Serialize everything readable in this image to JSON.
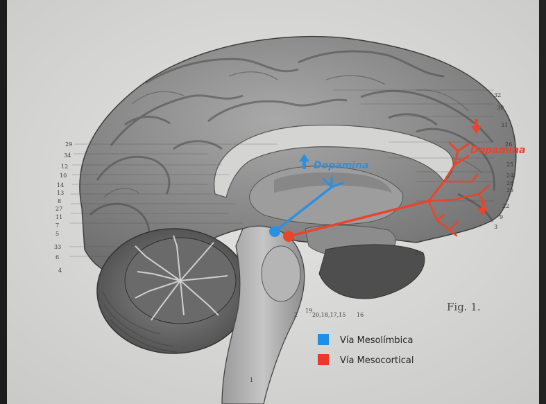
{
  "figure_label": "Fig. 1.",
  "labels": {
    "blue_dopamine": "Dopamina",
    "red_dopamine": "Dopamina"
  },
  "legend": [
    {
      "label": "Vía Mesolímbica",
      "color": "#1e8ee6"
    },
    {
      "label": "Vía Mesocortical",
      "color": "#e8392a"
    }
  ],
  "left_numbers": [
    "29",
    "34",
    "12",
    "10",
    "14",
    "13",
    "8",
    "27",
    "11",
    "7",
    "5",
    "33",
    "6",
    "4"
  ],
  "right_numbers": [
    "32",
    "30",
    "31",
    "26",
    "25",
    "24",
    "28",
    "35",
    "22",
    "9",
    "3"
  ],
  "bottom_numbers": [
    "2",
    "19",
    "20,18,17,15",
    "16",
    "21",
    "1"
  ],
  "colors": {
    "mesolimbic": "#2d8fe0",
    "mesocortical": "#e8452c",
    "paper": "#d8d8d6"
  }
}
